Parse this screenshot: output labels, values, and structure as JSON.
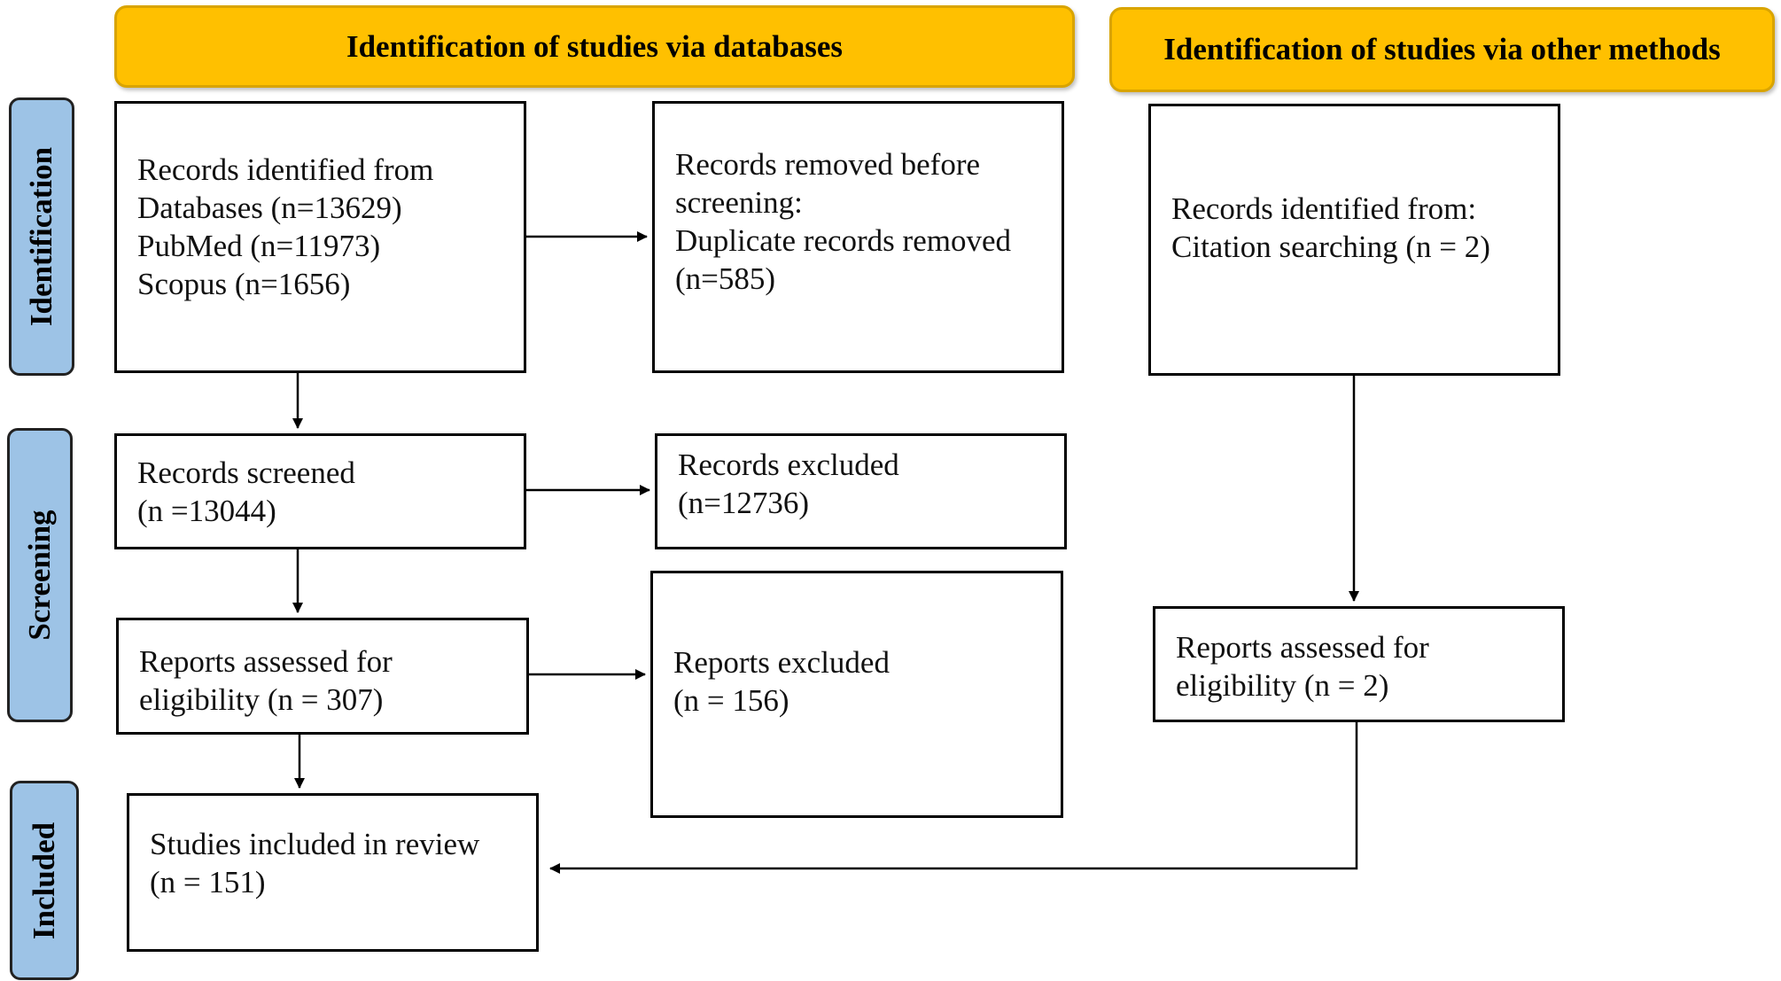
{
  "headers": {
    "databases": "Identification of studies via databases",
    "other": "Identification of studies via other methods"
  },
  "phases": {
    "identification": "Identification",
    "screening": "Screening",
    "included": "Included"
  },
  "boxes": {
    "records_identified": [
      "Records identified from",
      "Databases (n=13629)",
      "PubMed (n=11973)",
      "Scopus (n=1656)"
    ],
    "records_removed": [
      "Records removed before",
      "screening:",
      "Duplicate records removed",
      "(n=585)"
    ],
    "records_screened": [
      "Records screened",
      "(n =13044)"
    ],
    "records_excluded": [
      "Records excluded",
      "(n=12736)"
    ],
    "reports_assessed": [
      "Reports assessed for",
      "eligibility (n = 307)"
    ],
    "reports_excluded": [
      "Reports excluded",
      "(n = 156)"
    ],
    "studies_included": [
      "Studies included in review",
      "(n = 151)"
    ],
    "other_records_identified": [
      "Records identified from:",
      "Citation searching (n = 2)"
    ],
    "other_reports_assessed": [
      "Reports assessed for",
      "eligibility (n = 2)"
    ]
  },
  "colors": {
    "header_fill": "#ffc000",
    "phase_fill": "#9dc3e6",
    "box_border": "#000000"
  }
}
